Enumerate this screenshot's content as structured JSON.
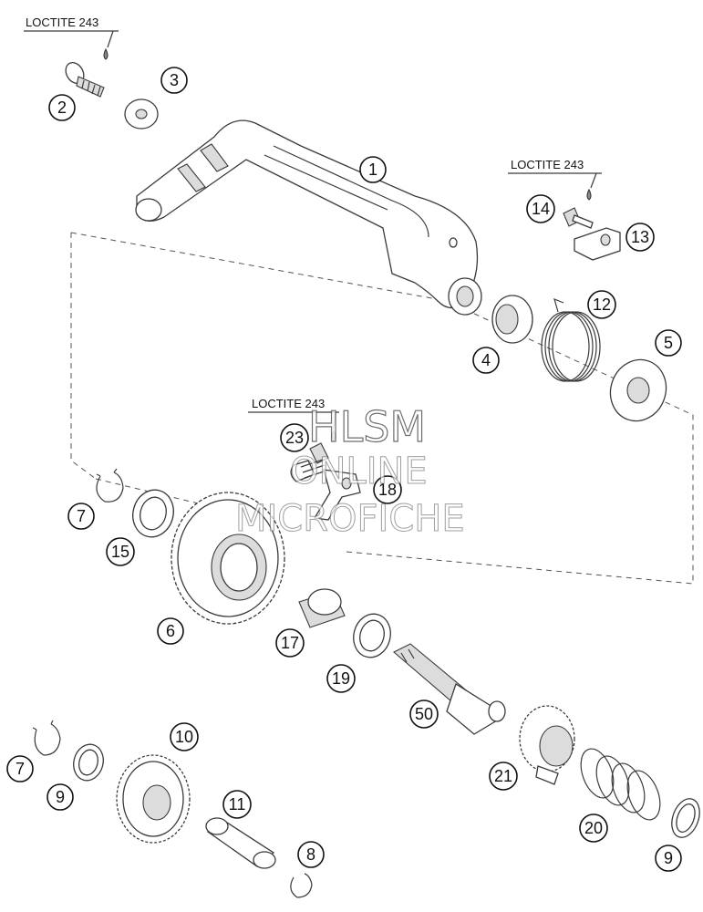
{
  "notes": {
    "loctite_top_left": "LOCTITE 243",
    "loctite_right": "LOCTITE 243",
    "loctite_center": "LOCTITE 243"
  },
  "callouts": {
    "c1": "1",
    "c2": "2",
    "c3": "3",
    "c4": "4",
    "c5": "5",
    "c6": "6",
    "c7a": "7",
    "c7b": "7",
    "c8": "8",
    "c9a": "9",
    "c9b": "9",
    "c10": "10",
    "c11": "11",
    "c12": "12",
    "c13": "13",
    "c14": "14",
    "c15": "15",
    "c17": "17",
    "c18": "18",
    "c19": "19",
    "c20": "20",
    "c21": "21",
    "c23": "23",
    "c50": "50"
  },
  "watermark": {
    "line1": "HLSM",
    "line2": "ONLINE",
    "line3": "MICROFICHE"
  }
}
